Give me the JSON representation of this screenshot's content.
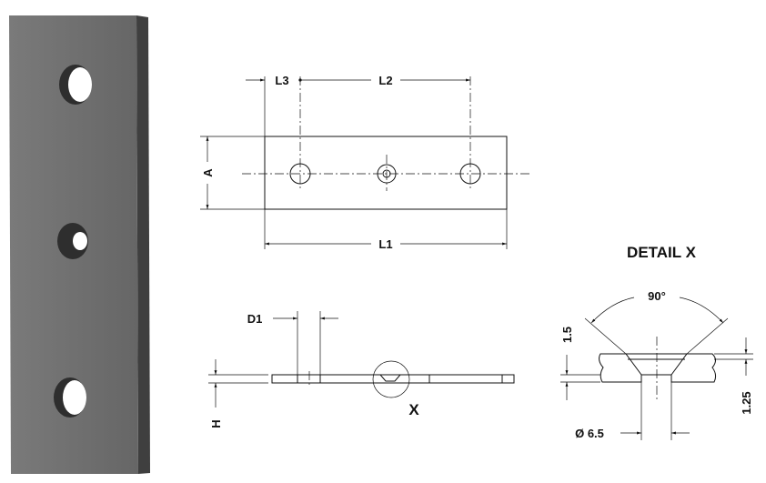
{
  "photo": {
    "material_color": "#6e6e6e",
    "edge_color": "#4a4a4a",
    "hole_count": 3
  },
  "top_view": {
    "dims": {
      "l3": "L3",
      "l2": "L2",
      "l1": "L1",
      "a": "A"
    }
  },
  "side_view": {
    "dims": {
      "d1": "D1",
      "h": "H"
    },
    "detail_marker": "X"
  },
  "detail": {
    "title": "DETAIL X",
    "angle": "90°",
    "depth": "1.5",
    "thickness": "1.25",
    "diameter": "Ø 6.5"
  }
}
